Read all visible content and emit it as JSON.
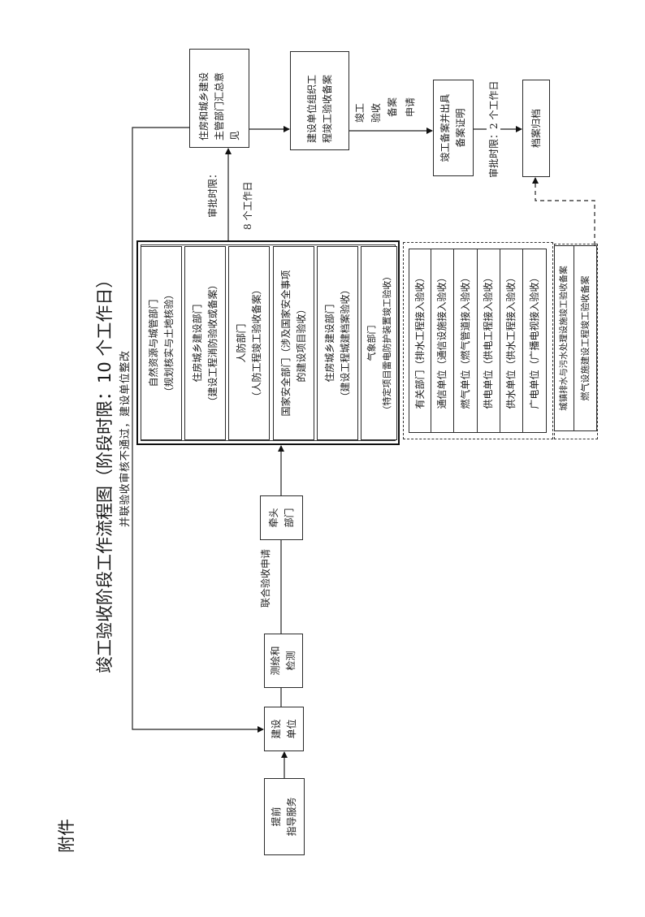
{
  "attachment_label": "附件",
  "title": "竣工验收阶段工作流程图（阶段时限：10 个工作日）",
  "feedback_note": "并联验收审核不通过，建设单位整改",
  "steps": {
    "pre_guidance": [
      "提前",
      "指导服务"
    ],
    "construction_unit": [
      "建设",
      "单位"
    ],
    "survey_testing": [
      "测绘和",
      "检测"
    ],
    "lead_department": [
      "牵头",
      "部门"
    ],
    "joint_application_label": "联合验收申请"
  },
  "parallel_departments": [
    [
      "自然资源与城管部门",
      "（规划核实与土地核验）"
    ],
    [
      "住房城乡建设部门",
      "（建设工程消防验收或备案）"
    ],
    [
      "人防部门",
      "（人防工程竣工验收备案）"
    ],
    [
      "国家安全部门（涉及国家安全事项",
      "的建设项目验收）"
    ],
    [
      "住房城乡建设部门",
      "（建设工程城建档案验收）"
    ],
    [
      "气象部门",
      "（特定项目雷电防护装置竣工验收）"
    ]
  ],
  "review_limit_1": {
    "label": "审批时限：",
    "value": "8 个工作日"
  },
  "housing_summary": [
    "住房和城乡建设",
    "主管部门汇总意",
    "见"
  ],
  "unit_organize": [
    "建设单位组织工",
    "程竣工验收备案"
  ],
  "filing_application": [
    "竣工",
    "验收",
    "备案",
    "申请"
  ],
  "filing_certificate": [
    "竣工备案并出具",
    "备案证明"
  ],
  "review_limit_2": "审批时限：2 个工作日",
  "archive": "档案归档",
  "utility_units": [
    "有关部门（排水工程接入验收）",
    "通信单位（通信设施接入验收）",
    "燃气单位（燃气管道接入验收）",
    "供电单位（供电工程接入验收）",
    "供水单位（供水工程接入验收）",
    "广电单位（广播电视接入验收）"
  ],
  "filing_units": [
    "城镇排水与污水处理设施竣工验收备案",
    "燃气设施建设工程竣工验收备案"
  ]
}
